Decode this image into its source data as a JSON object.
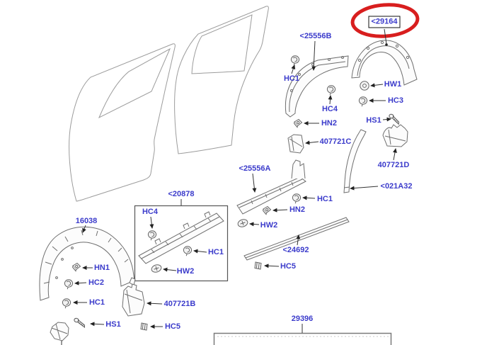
{
  "diagram": {
    "kind": "vehicle-parts-exploded-diagram",
    "description": "Door mouldings, wheel arch flares and fasteners",
    "fastener_types": [
      "clip",
      "nut",
      "washer",
      "screw",
      "rivet"
    ]
  },
  "highlight": {
    "circled_part": "<29164",
    "color": "#d81e1e"
  },
  "labels": {
    "p29164": "<29164",
    "p25556B": "<25556B",
    "hc1_top": "HC1",
    "hc4_top": "HC4",
    "hw1": "HW1",
    "hc3": "HC3",
    "hn2_top": "HN2",
    "hs1_top": "HS1",
    "p407721C": "407721C",
    "p407721D": "407721D",
    "p021A32": "<021A32",
    "p25556A": "<25556A",
    "hc1_mid": "HC1",
    "hn2_mid": "HN2",
    "hw2_mid": "HW2",
    "p24692": "<24692",
    "hc5_mid": "HC5",
    "p20878": "<20878",
    "hc4_box": "HC4",
    "hc1_box": "HC1",
    "hw2_box": "HW2",
    "p16038": "16038",
    "hn1": "HN1",
    "hc2": "HC2",
    "hc1_left": "HC1",
    "hs1_left": "HS1",
    "p407721B": "407721B",
    "hc5_left": "HC5",
    "p29396": "29396"
  }
}
